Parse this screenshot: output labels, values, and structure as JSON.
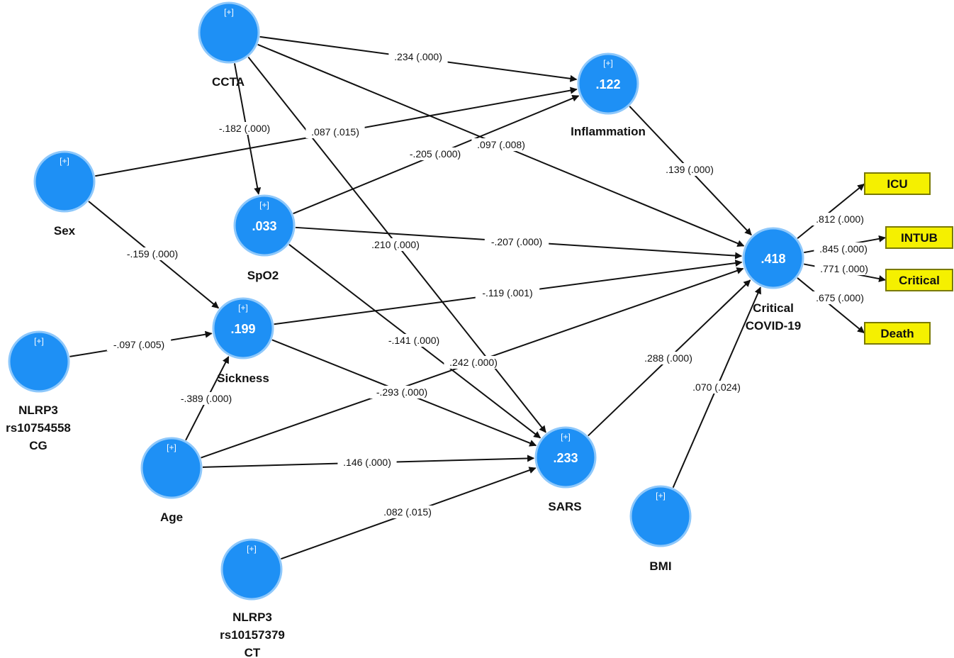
{
  "nodes": [
    {
      "id": "ccta",
      "expand": "[+]",
      "value": "",
      "label": [
        "CCTA"
      ]
    },
    {
      "id": "inflammation",
      "expand": "[+]",
      "value": ".122",
      "label": [
        "Inflammation"
      ]
    },
    {
      "id": "sex",
      "expand": "[+]",
      "value": "",
      "label": [
        "Sex"
      ]
    },
    {
      "id": "spo2",
      "expand": "[+]",
      "value": ".033",
      "label": [
        "SpO2"
      ]
    },
    {
      "id": "sickness",
      "expand": "[+]",
      "value": ".199",
      "label": [
        "Sickness"
      ]
    },
    {
      "id": "nlrp3cg",
      "expand": "[+]",
      "value": "",
      "label": [
        "NLRP3",
        "rs10754558",
        "CG"
      ]
    },
    {
      "id": "age",
      "expand": "[+]",
      "value": "",
      "label": [
        "Age"
      ]
    },
    {
      "id": "nlrp3ct",
      "expand": "[+]",
      "value": "",
      "label": [
        "NLRP3",
        "rs10157379",
        "CT"
      ]
    },
    {
      "id": "sars",
      "expand": "[+]",
      "value": ".233",
      "label": [
        "SARS"
      ]
    },
    {
      "id": "bmi",
      "expand": "[+]",
      "value": "",
      "label": [
        "BMI"
      ]
    },
    {
      "id": "critical",
      "expand": "",
      "value": ".418",
      "label": [
        "Critical",
        "COVID-19"
      ]
    }
  ],
  "edges": [
    {
      "from": "ccta",
      "to": "inflammation",
      "label": ".234 (.000)"
    },
    {
      "from": "ccta",
      "to": "spo2",
      "label": "-.182 (.000)"
    },
    {
      "from": "ccta",
      "to": "critical",
      "label": ".097 (.008)"
    },
    {
      "from": "ccta",
      "to": "sars",
      "label": ".210 (.000)"
    },
    {
      "from": "sex",
      "to": "inflammation",
      "label": ".087 (.015)"
    },
    {
      "from": "sex",
      "to": "sickness",
      "label": "-.159 (.000)"
    },
    {
      "from": "spo2",
      "to": "inflammation",
      "label": "-.205 (.000)"
    },
    {
      "from": "spo2",
      "to": "critical",
      "label": "-.207 (.000)"
    },
    {
      "from": "spo2",
      "to": "sars",
      "label": "-.141 (.000)"
    },
    {
      "from": "inflammation",
      "to": "critical",
      "label": ".139 (.000)"
    },
    {
      "from": "sickness",
      "to": "critical",
      "label": "-.119 (.001)"
    },
    {
      "from": "sickness",
      "to": "sars",
      "label": "-.293 (.000)"
    },
    {
      "from": "nlrp3cg",
      "to": "sickness",
      "label": "-.097 (.005)"
    },
    {
      "from": "age",
      "to": "sickness",
      "label": "-.389 (.000)"
    },
    {
      "from": "age",
      "to": "critical",
      "label": ".242 (.000)"
    },
    {
      "from": "age",
      "to": "sars",
      "label": ".146 (.000)"
    },
    {
      "from": "nlrp3ct",
      "to": "sars",
      "label": ".082 (.015)"
    },
    {
      "from": "sars",
      "to": "critical",
      "label": ".288 (.000)"
    },
    {
      "from": "bmi",
      "to": "critical",
      "label": ".070 (.024)"
    }
  ],
  "indicators": [
    {
      "id": "icu",
      "label": "ICU",
      "loading": ".812 (.000)"
    },
    {
      "id": "intub",
      "label": "INTUB",
      "loading": ".845 (.000)"
    },
    {
      "id": "critical",
      "label": "Critical",
      "loading": ".771 (.000)"
    },
    {
      "id": "death",
      "label": "Death",
      "loading": ".675 (.000)"
    }
  ],
  "colors": {
    "node_fill": "#1e90f5",
    "node_border": "#8ec8fb",
    "indicator_fill": "#f5f000",
    "line": "#111111"
  }
}
